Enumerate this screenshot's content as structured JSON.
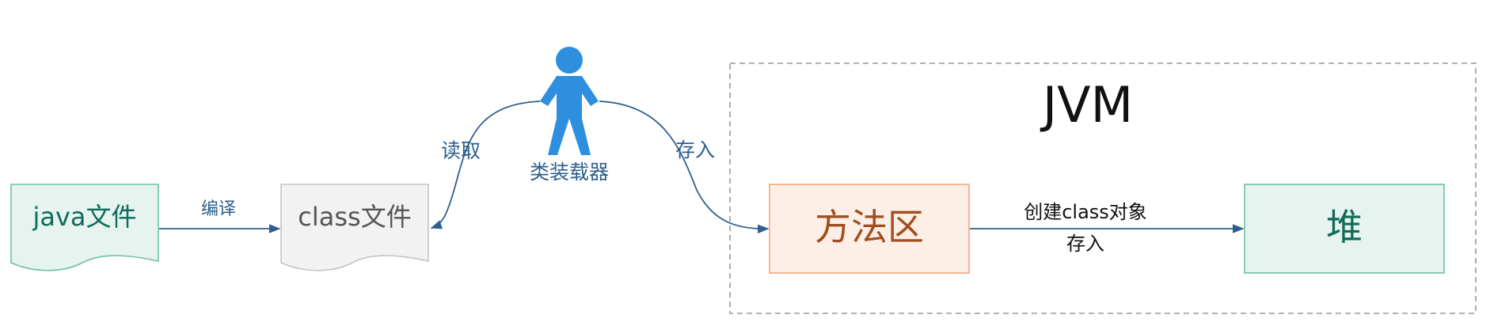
{
  "nodes": {
    "java_file": "java文件",
    "class_file": "class文件",
    "loader": "类装载器",
    "jvm_title": "JVM",
    "method_area": "方法区",
    "heap": "堆"
  },
  "edges": {
    "compile": "编译",
    "read": "读取",
    "store_loader": "存入",
    "create_obj": "创建class对象",
    "store_heap": "存入"
  },
  "colors": {
    "java_fill": "#e6f3ef",
    "java_stroke": "#6fc0ab",
    "java_text": "#0f6b5a",
    "class_fill": "#f2f2f2",
    "class_stroke": "#c4c4c4",
    "class_text": "#555555",
    "person": "#2f8fdf",
    "arrow": "#2c5f8f",
    "method_fill": "#fdeee6",
    "method_stroke": "#f0a878",
    "method_text": "#a04e1e",
    "heap_fill": "#e6f3ef",
    "heap_stroke": "#6fc0ab",
    "heap_text": "#0f6b5a",
    "dash": "#999999"
  }
}
